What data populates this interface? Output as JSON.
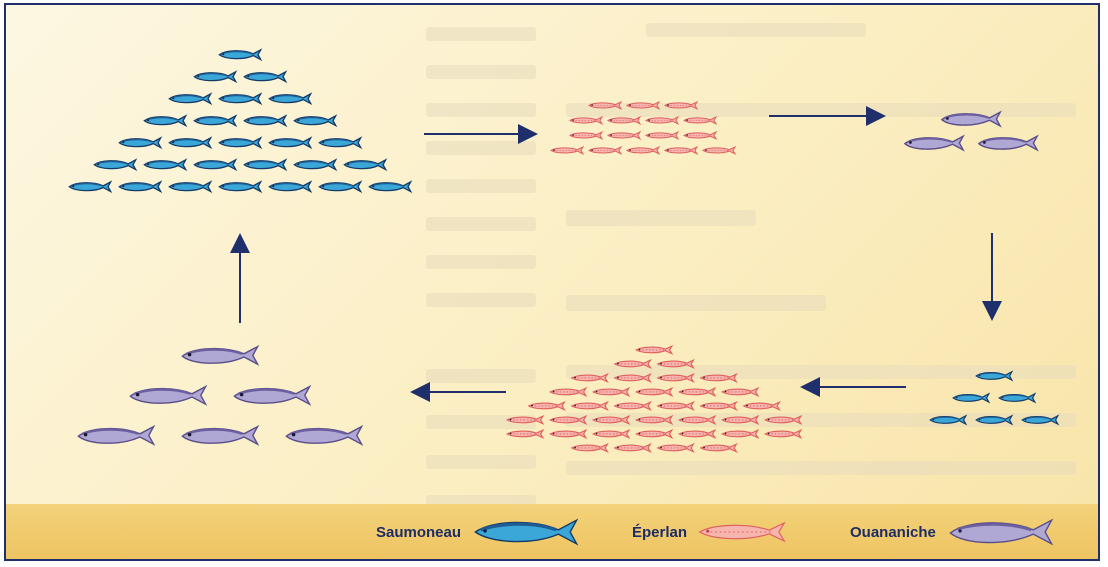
{
  "legend": {
    "items": [
      {
        "label": "Saumoneau",
        "icon": "saumoneau-fish-icon",
        "color": "#3aa7d8"
      },
      {
        "label": "Éperlan",
        "icon": "eperlan-fish-icon",
        "color": "#f08a8a"
      },
      {
        "label": "Ouananiche",
        "icon": "ouananiche-fish-icon",
        "color": "#8c82b8"
      }
    ]
  },
  "cycle": {
    "stages": [
      {
        "id": "saumoneaux-abondants",
        "species": "Saumoneau",
        "count": 28
      },
      {
        "id": "eperlans-peu-nombreux",
        "species": "Éperlan",
        "count": 16
      },
      {
        "id": "ouananiches-peu-nombreuses",
        "species": "Ouananiche",
        "count": 3
      },
      {
        "id": "saumoneaux-peu-nombreux",
        "species": "Saumoneau",
        "count": 6
      },
      {
        "id": "eperlans-abondants",
        "species": "Éperlan",
        "count": 36
      },
      {
        "id": "ouananiches-abondantes",
        "species": "Ouananiche",
        "count": 6
      }
    ],
    "direction": "clockwise"
  },
  "colors": {
    "frame_border": "#1e2f6b",
    "arrow": "#1e2f6b",
    "saumoneau_body": "#3aa7d8",
    "saumoneau_back": "#1e5c92",
    "eperlan_body": "#f08a8a",
    "ouananiche_body": "#8c82b8",
    "legend_band": "#eec462"
  }
}
